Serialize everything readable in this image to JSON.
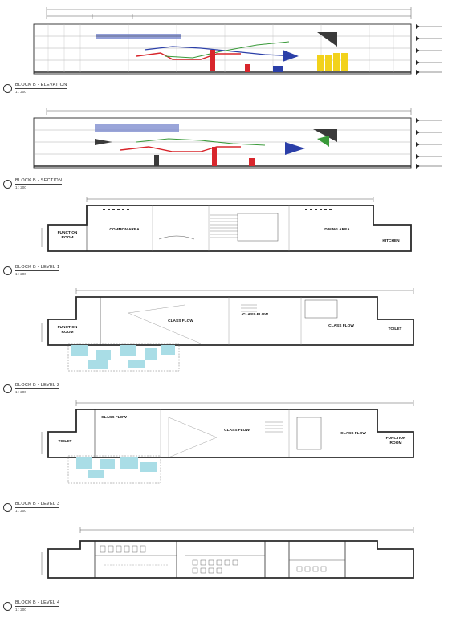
{
  "drawings": [
    {
      "id": "elevation",
      "title": "BLOCK B - ELEVATION",
      "scale": "1 : 200",
      "rooms": []
    },
    {
      "id": "section",
      "title": "BLOCK B - SECTION",
      "scale": "1 : 200",
      "rooms": []
    },
    {
      "id": "level1",
      "title": "BLOCK B - LEVEL 1",
      "scale": "1 : 200",
      "rooms": [
        "FUNCTION ROOM",
        "COMMON AREA",
        "DINING AREA",
        "KITCHEN"
      ]
    },
    {
      "id": "level2",
      "title": "BLOCK B - LEVEL 2",
      "scale": "1 : 200",
      "rooms": [
        "FUNCTION ROOM",
        "CLASS FLOW",
        "CLASS FLOW",
        "CLASS FLOW",
        "TOILET"
      ]
    },
    {
      "id": "level3",
      "title": "BLOCK B - LEVEL 3",
      "scale": "1 : 200",
      "rooms": [
        "CLASS FLOW",
        "TOILET",
        "CLASS FLOW",
        "CLASS FLOW",
        "FUNCTION ROOM"
      ]
    },
    {
      "id": "level4",
      "title": "BLOCK B - LEVEL 4",
      "scale": "1 : 200",
      "rooms": []
    }
  ],
  "colors": {
    "line": "#2a2a2a",
    "ramp_red": "#d8262c",
    "ramp_green": "#3a9a3a",
    "ramp_blue": "#2b3fa8",
    "ramp_yellow": "#f2d21b",
    "glazing_blue": "#6f7fc9",
    "floor_cyan": "#a9dde6",
    "dark": "#3a3a3a"
  }
}
